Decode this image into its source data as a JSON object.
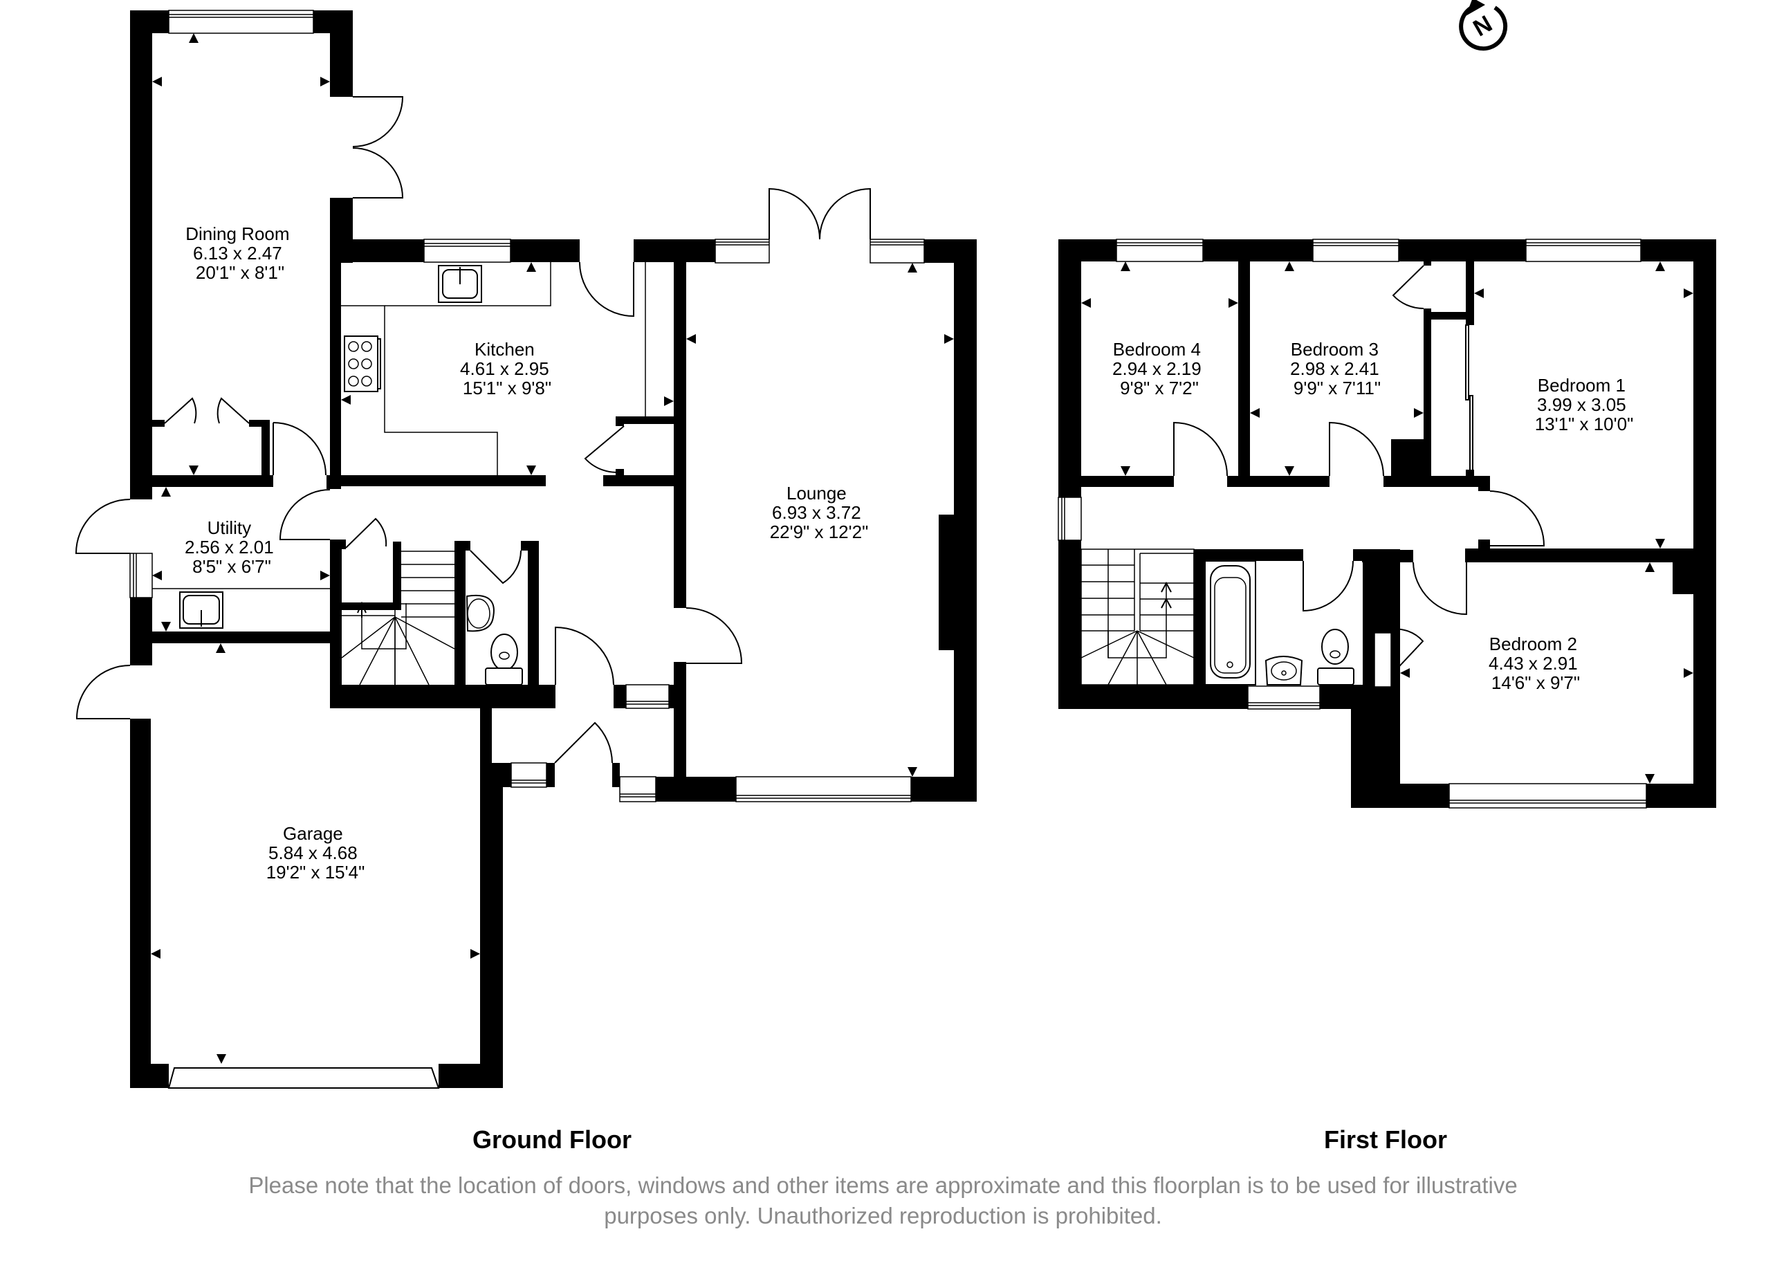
{
  "compass": {
    "label": "N",
    "icon": "north-compass-icon"
  },
  "floors": [
    {
      "id": "ground",
      "title": "Ground Floor",
      "rooms": [
        {
          "name": "Dining Room",
          "metric": "6.13 x 2.47",
          "imperial": "20'1\" x 8'1\""
        },
        {
          "name": "Kitchen",
          "metric": "4.61 x 2.95",
          "imperial": "15'1\" x 9'8\""
        },
        {
          "name": "Lounge",
          "metric": "6.93 x 3.72",
          "imperial": "22'9\" x 12'2\""
        },
        {
          "name": "Utility",
          "metric": "2.56 x 2.01",
          "imperial": "8'5\"  x 6'7\""
        },
        {
          "name": "Garage",
          "metric": "5.84 x 4.68",
          "imperial": "19'2\" x 15'4\""
        }
      ]
    },
    {
      "id": "first",
      "title": "First Floor",
      "rooms": [
        {
          "name": "Bedroom 4",
          "metric": "2.94 x 2.19",
          "imperial": "9'8\" x 7'2\""
        },
        {
          "name": "Bedroom 3",
          "metric": "2.98 x 2.41",
          "imperial": "9'9\" x 7'11\""
        },
        {
          "name": "Bedroom 1",
          "metric": "3.99 x 3.05",
          "imperial": "13'1\" x 10'0\""
        },
        {
          "name": "Bedroom 2",
          "metric": "4.43 x 2.91",
          "imperial": "14'6\" x 9'7\""
        }
      ]
    }
  ],
  "disclaimer": {
    "line1": "Please note that the location of doors, windows and other items are approximate and this floorplan is to be used for illustrative",
    "line2": "purposes only. Unauthorized reproduction is prohibited."
  },
  "colors": {
    "walls": "#000000",
    "background": "#ffffff",
    "disclaimer": "#8a8a8a"
  }
}
